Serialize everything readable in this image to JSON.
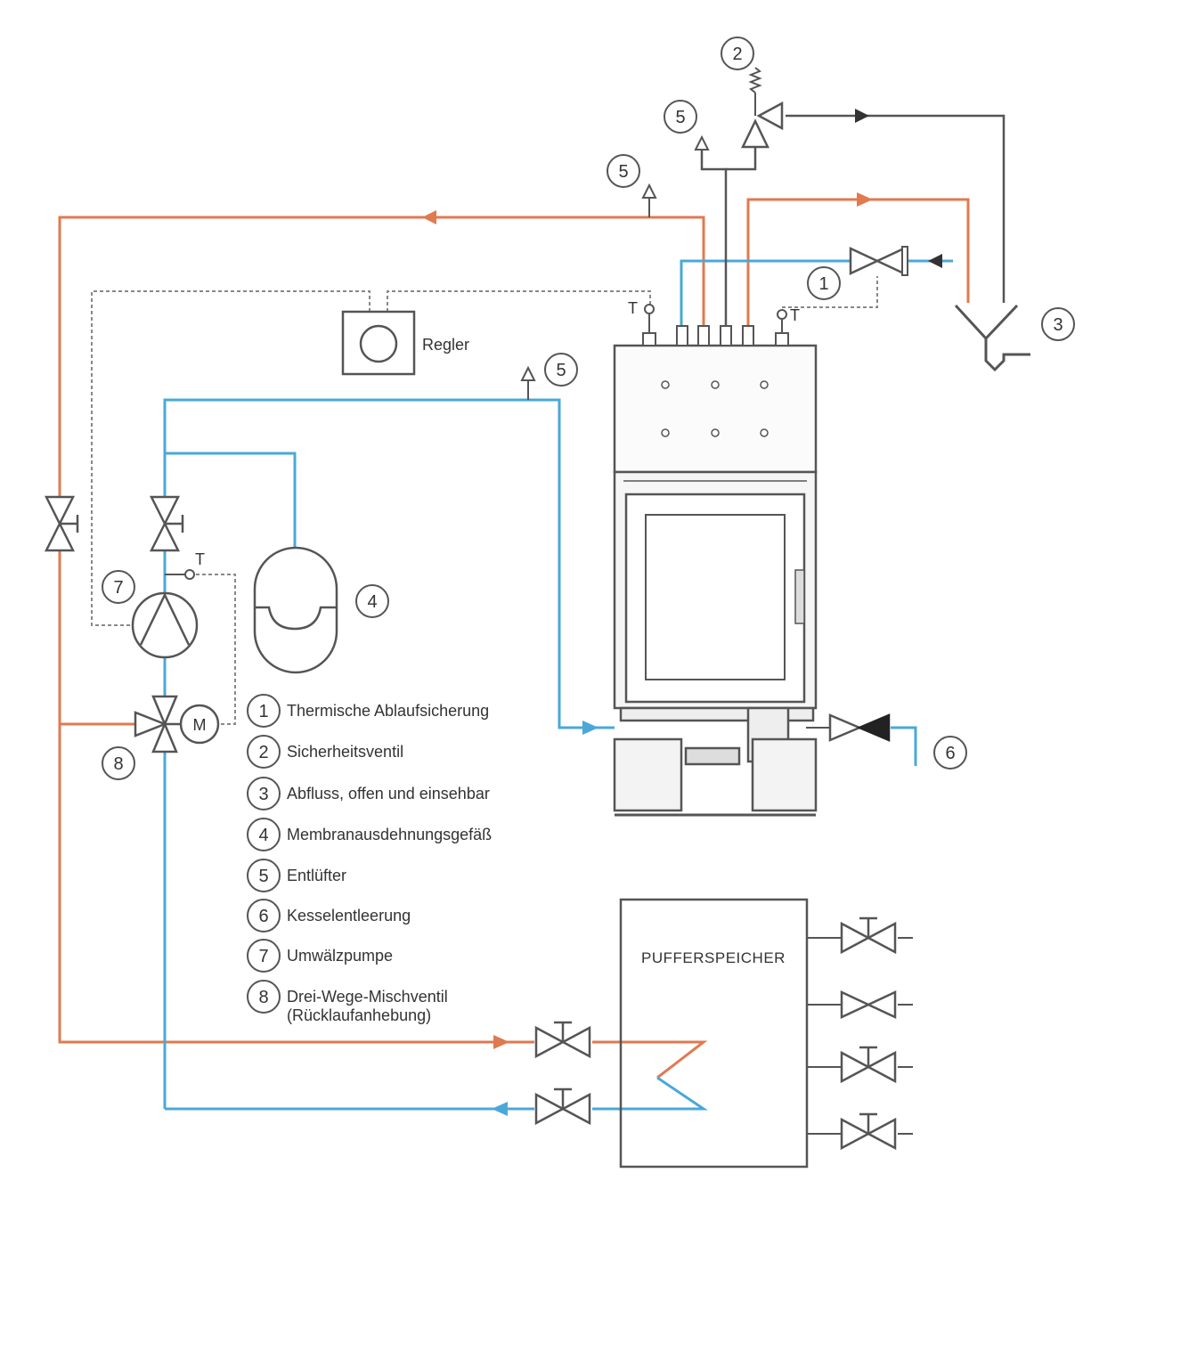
{
  "colors": {
    "supply": "#e07a4f",
    "return": "#4aa8d8",
    "line": "#555555",
    "dashed": "#888888"
  },
  "controller": {
    "label": "Regler"
  },
  "buffer": {
    "label": "PUFFERSPEICHER"
  },
  "temp_sensor": {
    "label": "T"
  },
  "motor": {
    "label": "M"
  },
  "callouts": {
    "c1": "1",
    "c2": "2",
    "c3": "3",
    "c4": "4",
    "c5": "5",
    "c6": "6",
    "c7": "7",
    "c8": "8"
  },
  "legend": [
    {
      "num": "1",
      "text": "Thermische Ablaufsicherung"
    },
    {
      "num": "2",
      "text": "Sicherheitsventil"
    },
    {
      "num": "3",
      "text": "Abfluss, offen und einsehbar"
    },
    {
      "num": "4",
      "text": "Membranausdehnungsgefäß"
    },
    {
      "num": "5",
      "text": "Entlüfter"
    },
    {
      "num": "6",
      "text": "Kesselentleerung"
    },
    {
      "num": "7",
      "text": "Umwälzpumpe"
    },
    {
      "num": "8",
      "text": "Drei-Wege-Mischventil",
      "text2": "(Rücklaufanhebung)"
    }
  ]
}
